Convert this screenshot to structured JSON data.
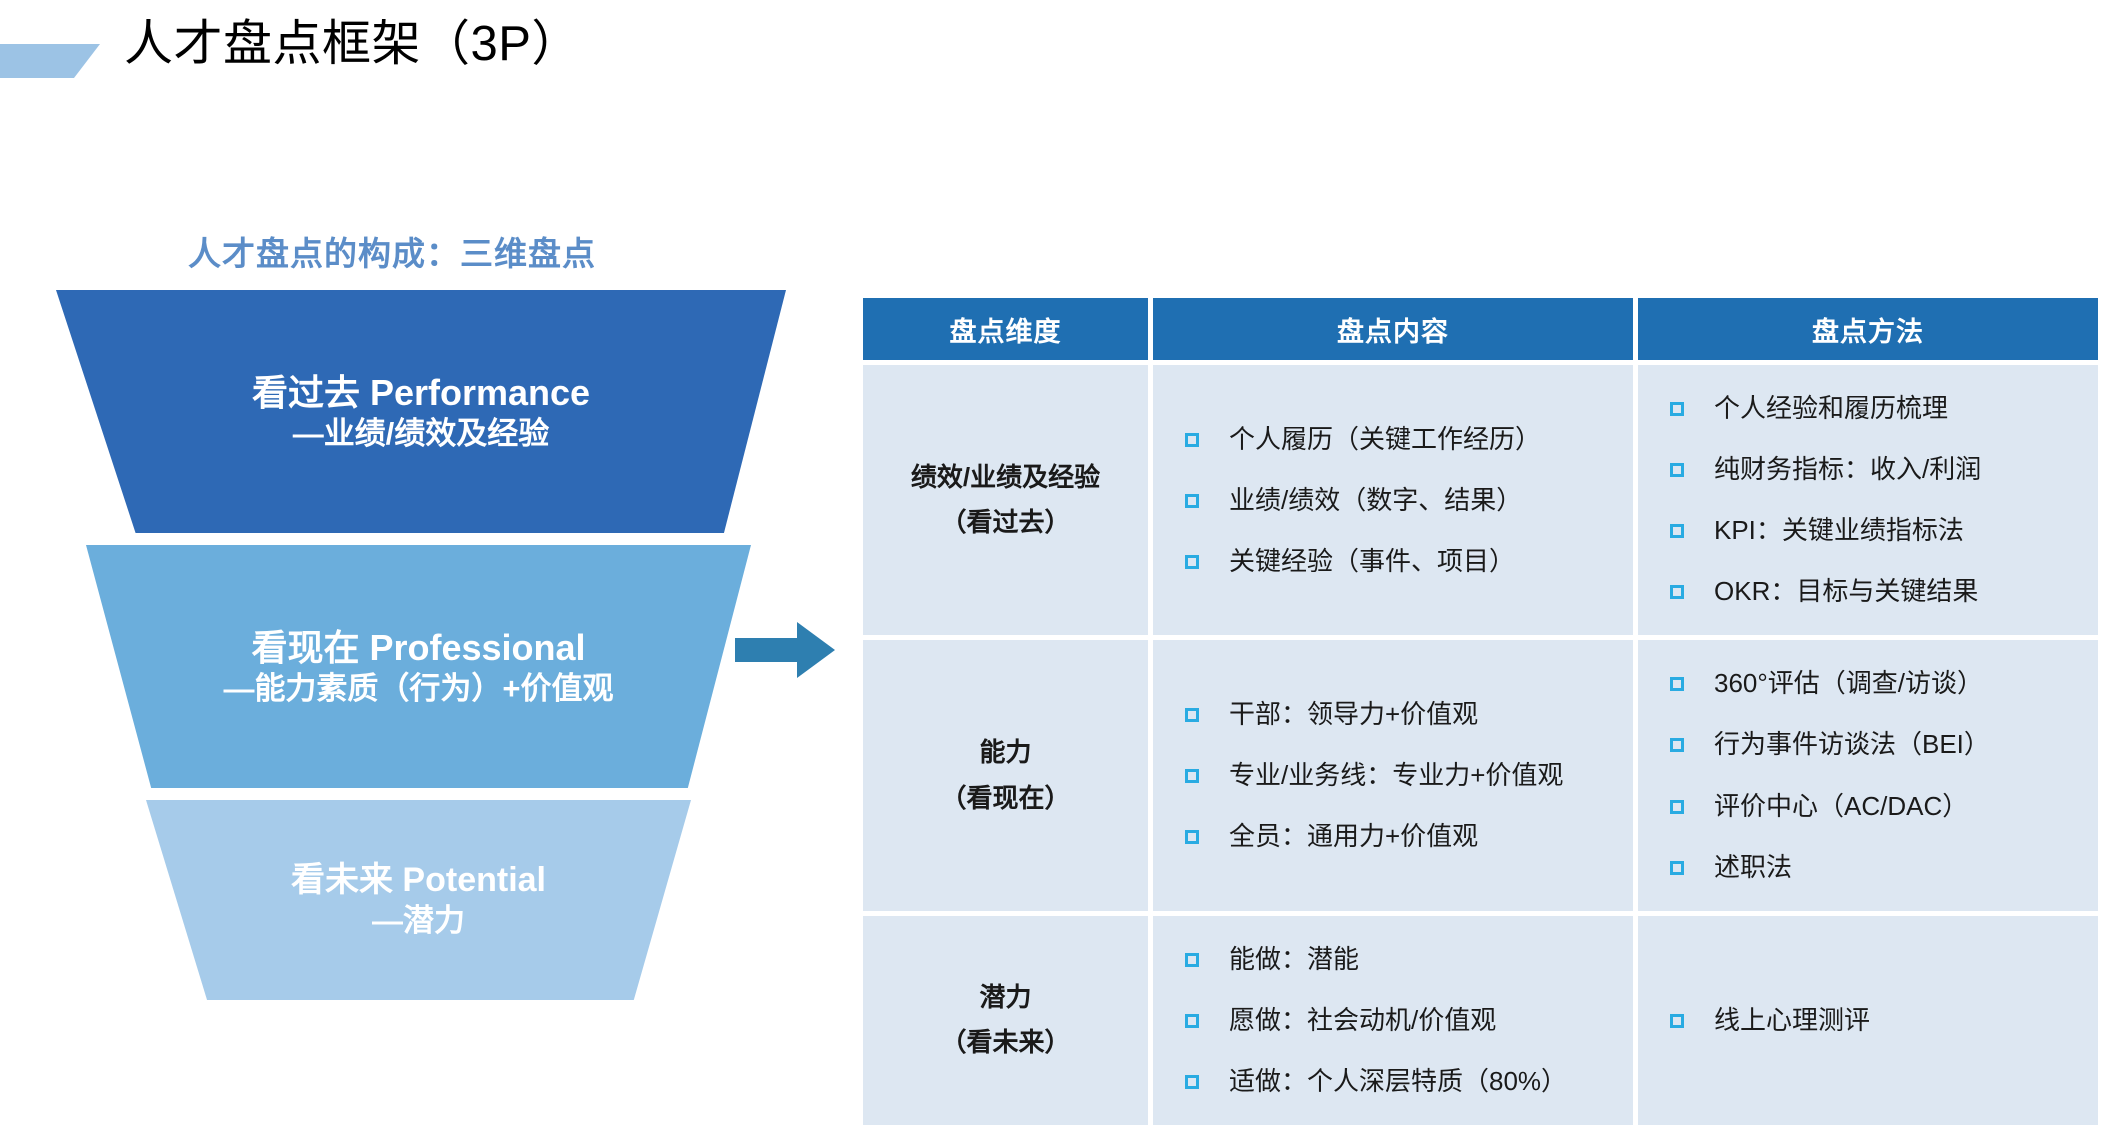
{
  "header": {
    "title": "人才盘点框架（3P）",
    "accent_color": "#9CC3E5"
  },
  "subtitle": "人才盘点的构成：三维盘点",
  "funnel": {
    "segments": [
      {
        "title": "看过去 Performance",
        "sub": "—业绩/绩效及经验",
        "color": "#2E69B5"
      },
      {
        "title": "看现在 Professional",
        "sub": "—能力素质（行为）+价值观",
        "color": "#6BAEDC"
      },
      {
        "title": "看未来 Potential",
        "sub": "—潜力",
        "color": "#A6CBEA"
      }
    ]
  },
  "arrow": {
    "name": "right-arrow",
    "color": "#2E7FB0"
  },
  "table": {
    "header_color": "#1F6FB2",
    "cell_color": "#DDE7F2",
    "bullet_color": "#29ABE2",
    "columns": [
      "盘点维度",
      "盘点内容",
      "盘点方法"
    ],
    "rows": [
      {
        "dimension": [
          "绩效/业绩及经验",
          "（看过去）"
        ],
        "content": [
          "个人履历（关键工作经历）",
          "业绩/绩效（数字、结果）",
          "关键经验（事件、项目）"
        ],
        "method": [
          "个人经验和履历梳理",
          "纯财务指标：收入/利润",
          "KPI：关键业绩指标法",
          "OKR：目标与关键结果"
        ]
      },
      {
        "dimension": [
          "能力",
          "（看现在）"
        ],
        "content": [
          "干部：领导力+价值观",
          "专业/业务线：专业力+价值观",
          "全员：通用力+价值观"
        ],
        "method": [
          "360°评估（调查/访谈）",
          "行为事件访谈法（BEI）",
          "评价中心（AC/DAC）",
          "述职法"
        ]
      },
      {
        "dimension": [
          "潜力",
          "（看未来）"
        ],
        "content": [
          "能做：潜能",
          "愿做：社会动机/价值观",
          "适做：个人深层特质（80%）"
        ],
        "method": [
          "线上心理测评"
        ]
      }
    ]
  }
}
